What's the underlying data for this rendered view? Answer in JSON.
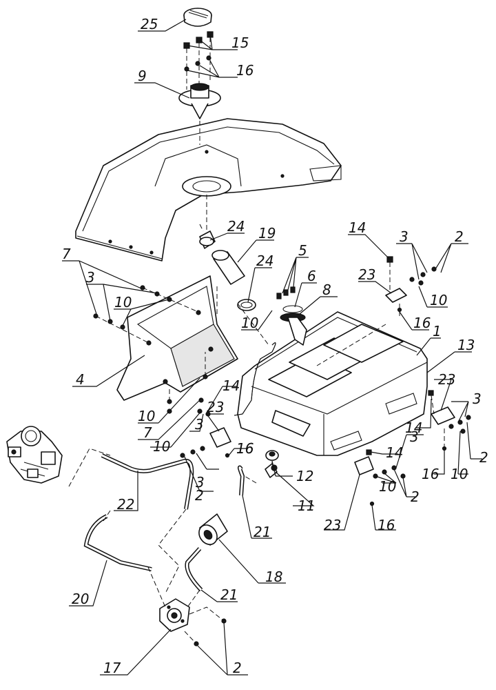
{
  "diagram": {
    "callouts": [
      "25",
      "15",
      "16",
      "9",
      "24",
      "19",
      "5",
      "24",
      "6",
      "8",
      "14",
      "3",
      "2",
      "23",
      "10",
      "16",
      "7",
      "3",
      "10",
      "10",
      "1",
      "13",
      "4",
      "23",
      "3",
      "10",
      "7",
      "14",
      "23",
      "3",
      "10",
      "14",
      "16",
      "3",
      "2",
      "16",
      "10",
      "2",
      "16",
      "12",
      "11",
      "14",
      "3",
      "10",
      "2",
      "23",
      "16",
      "22",
      "21",
      "18",
      "21",
      "20",
      "17",
      "2"
    ]
  }
}
